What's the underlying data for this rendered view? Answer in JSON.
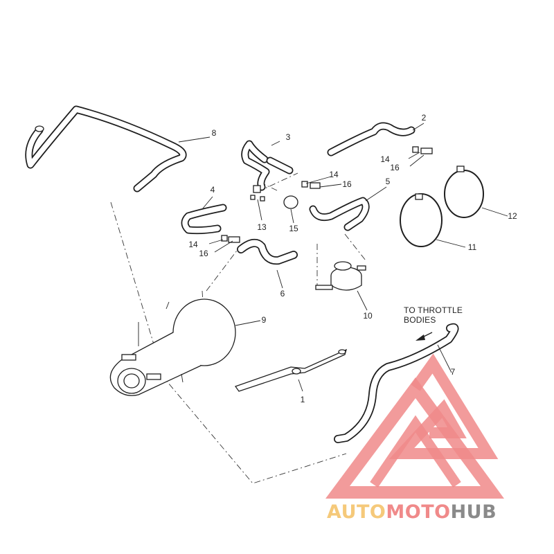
{
  "diagram": {
    "callouts": [
      {
        "id": "1",
        "label": "1"
      },
      {
        "id": "2",
        "label": "2"
      },
      {
        "id": "3",
        "label": "3"
      },
      {
        "id": "4",
        "label": "4"
      },
      {
        "id": "5",
        "label": "5"
      },
      {
        "id": "6",
        "label": "6"
      },
      {
        "id": "7",
        "label": "7"
      },
      {
        "id": "8",
        "label": "8"
      },
      {
        "id": "9",
        "label": "9"
      },
      {
        "id": "10",
        "label": "10"
      },
      {
        "id": "11",
        "label": "11"
      },
      {
        "id": "12",
        "label": "12"
      },
      {
        "id": "13",
        "label": "13"
      },
      {
        "id": "14a",
        "label": "14"
      },
      {
        "id": "14b",
        "label": "14"
      },
      {
        "id": "14c",
        "label": "14"
      },
      {
        "id": "15",
        "label": "15"
      },
      {
        "id": "16a",
        "label": "16"
      },
      {
        "id": "16b",
        "label": "16"
      },
      {
        "id": "16c",
        "label": "16"
      }
    ],
    "note_lines": [
      "TO THROTTLE",
      "BODIES"
    ]
  },
  "watermark": {
    "part1": "AUTO",
    "part2": "MOTO",
    "part3": "HUB",
    "colors": {
      "triangle": "#f08a8a",
      "auto": "#f5c97a",
      "moto": "#f08a8a",
      "hub": "#8a8a8a"
    }
  }
}
